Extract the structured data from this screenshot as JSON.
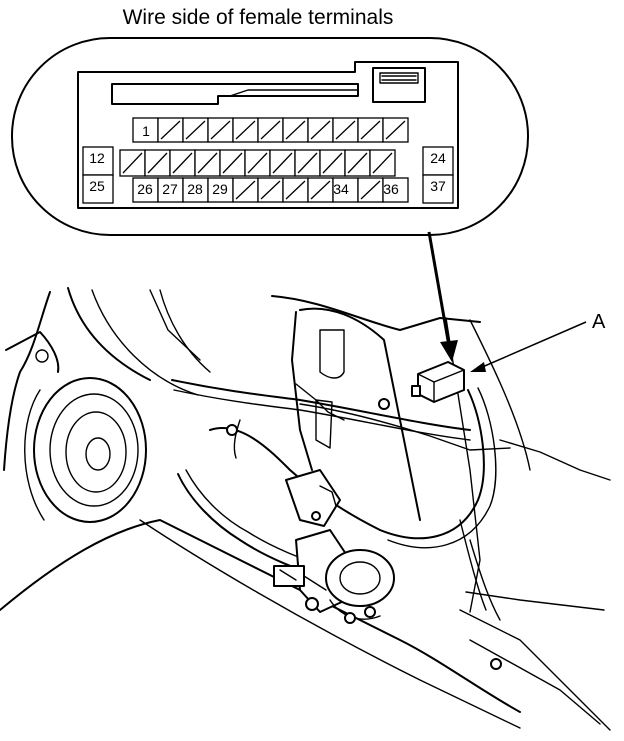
{
  "title": "Wire side of female terminals",
  "callout": "A",
  "connector": {
    "terminal_labels": {
      "t1": "1",
      "t12": "12",
      "t24": "24",
      "t25": "25",
      "t26": "26",
      "t27": "27",
      "t28": "28",
      "t29": "29",
      "t34": "34",
      "t36": "36",
      "t37": "37"
    }
  }
}
